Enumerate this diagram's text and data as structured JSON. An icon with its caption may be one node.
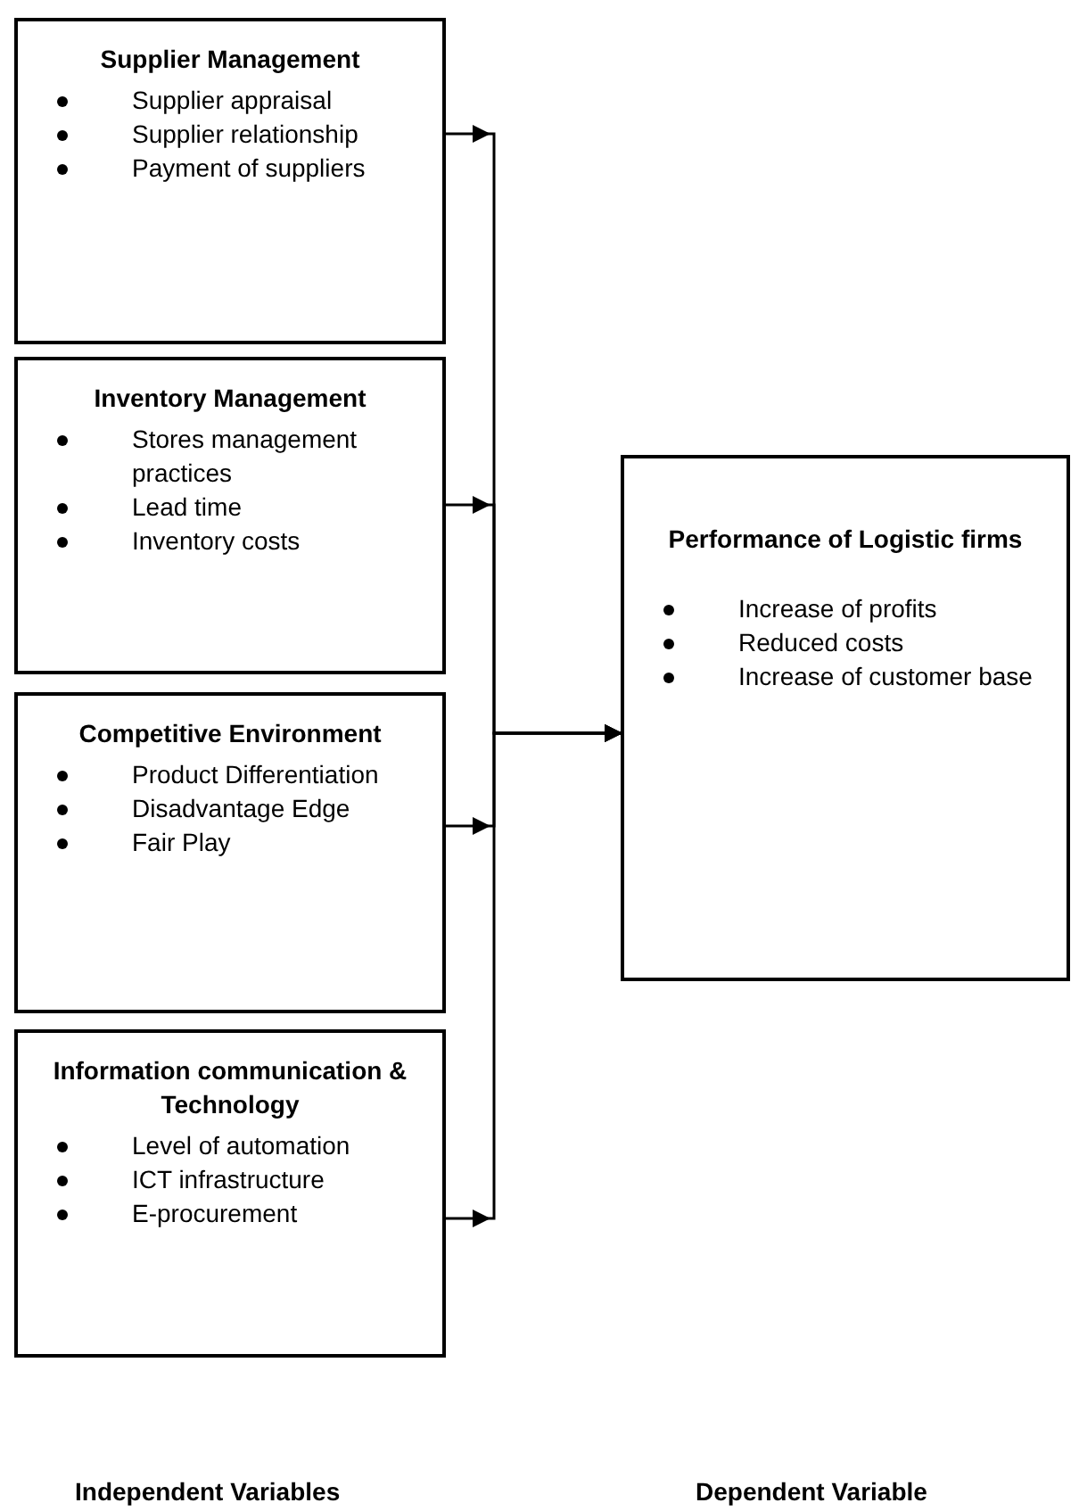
{
  "diagram": {
    "nodes": [
      {
        "text": [
          "Supplier Management",
          "Supplier appraisal",
          "Supplier relationship",
          "Payment of suppliers"
        ]
      },
      {
        "text": [
          "Inventory Management",
          "Stores management practices",
          "Lead time",
          "Inventory costs"
        ]
      },
      {
        "text": [
          "Competitive Environment",
          "Product Differentiation",
          "Disadvantage Edge",
          "Fair Play"
        ]
      },
      {
        "text": [
          "Information communication & Technology",
          "Level of automation",
          "ICT infrastructure",
          "E-procurement"
        ]
      },
      {
        "text": [
          "Performance of Logistic firms",
          "Increase of profits",
          "Reduced costs",
          "Increase of customer base"
        ]
      }
    ],
    "edges": [
      {
        "from": 0,
        "to": 4,
        "arrow": "to"
      },
      {
        "from": 1,
        "to": 4,
        "arrow": "to"
      },
      {
        "from": 2,
        "to": 4,
        "arrow": "to"
      },
      {
        "from": 3,
        "to": 4,
        "arrow": "to"
      }
    ],
    "labels": [
      "Independent Variables",
      "Dependent Variable"
    ]
  }
}
